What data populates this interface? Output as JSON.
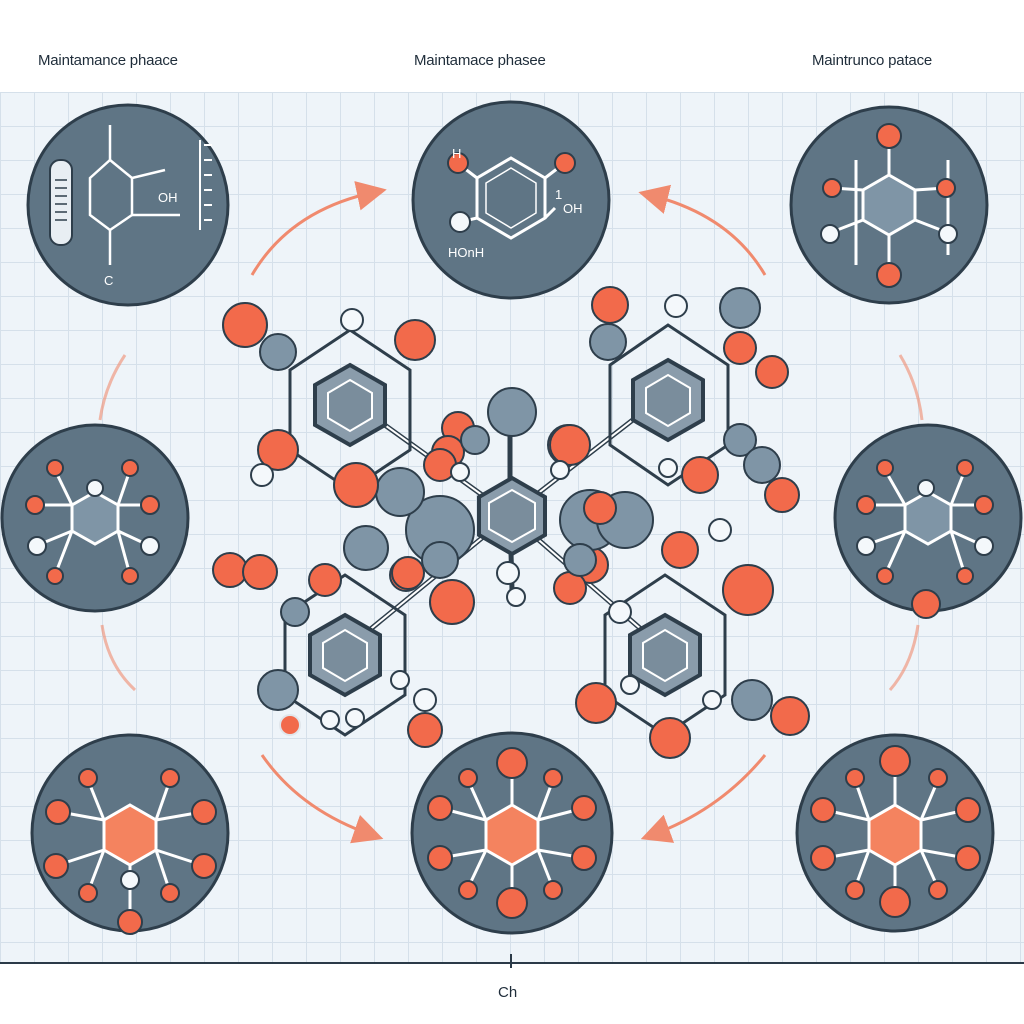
{
  "phase_titles": {
    "left": "Maintamance phaace",
    "center": "Maintamace phasee",
    "right": "Maintrunco patace"
  },
  "molecule_labels": {
    "oh_left": "OH",
    "c_left": "C",
    "h_top": "H",
    "oh_center": "OH",
    "hoh_center": "HOnH",
    "one_center": "1"
  },
  "axis_label": "Ch",
  "colors": {
    "atom_orange": "#f26a4b",
    "atom_gray": "#7f95a6",
    "atom_white": "#f4f8fb",
    "circle_fill": "#5f7585",
    "arrow": "#f08a6e",
    "grid_bg": "#eef4f9"
  }
}
